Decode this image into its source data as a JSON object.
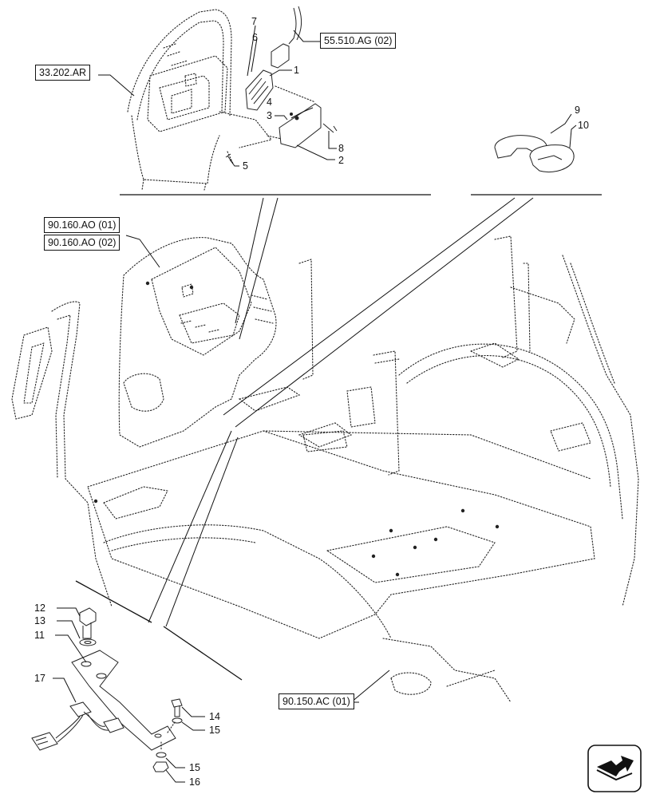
{
  "references": {
    "r1": "33.202.AR",
    "r2": "55.510.AG (02)",
    "r3": "90.160.AO (01)",
    "r4": "90.160.AO (02)",
    "r5": "90.150.AC (01)"
  },
  "callouts": {
    "n1": "1",
    "n2": "2",
    "n3": "3",
    "n4": "4",
    "n5": "5",
    "n6": "6",
    "n7": "7",
    "n8": "8",
    "n9": "9",
    "n10": "10",
    "n11": "11",
    "n12": "12",
    "n13": "13",
    "n14": "14",
    "n15a": "15",
    "n15b": "15",
    "n16": "16",
    "n17": "17"
  },
  "icons": {
    "navigation": "next-page-arrow-icon"
  }
}
